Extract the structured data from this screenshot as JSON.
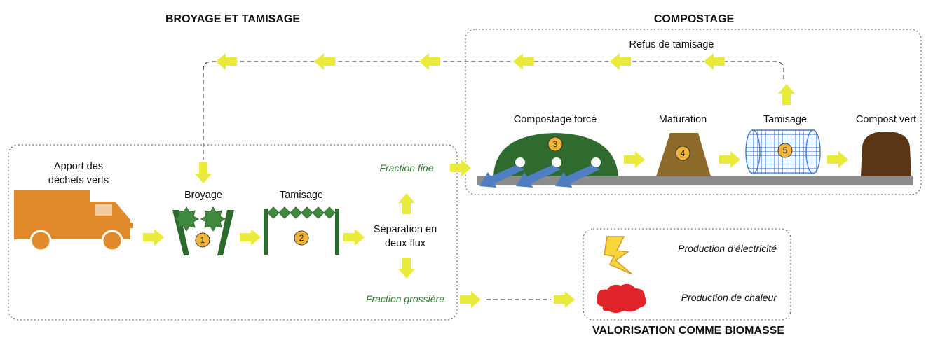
{
  "sections": {
    "broyage_tamisage": "BROYAGE ET TAMISAGE",
    "compostage": "COMPOSTAGE",
    "valorisation": "VALORISATION COMME BIOMASSE"
  },
  "labels": {
    "apport_line1": "Apport des",
    "apport_line2": "déchets verts",
    "broyage": "Broyage",
    "tamisage1": "Tamisage",
    "separation_line1": "Séparation en",
    "separation_line2": "deux flux",
    "fraction_fine": "Fraction fine",
    "fraction_grossiere": "Fraction grossière",
    "compostage_force": "Compostage forcé",
    "maturation": "Maturation",
    "tamisage2": "Tamisage",
    "compost_vert": "Compost vert",
    "refus": "Refus de tamisage",
    "electricite": "Production d’électricité",
    "chaleur": "Production de chaleur"
  },
  "steps": {
    "s1": "1",
    "s2": "2",
    "s3": "3",
    "s4": "4",
    "s5": "5"
  },
  "colors": {
    "arrow": "#e9ea3a",
    "truck": "#e08a2c",
    "green_dark": "#2d6a2d",
    "maturation": "#8b6a2a",
    "compost": "#5a3616",
    "badge": "#f2b43a",
    "flash": "#f6d63a",
    "heat": "#e0242a",
    "blue": "#4f7fc2",
    "ground": "#8c8c8c"
  }
}
